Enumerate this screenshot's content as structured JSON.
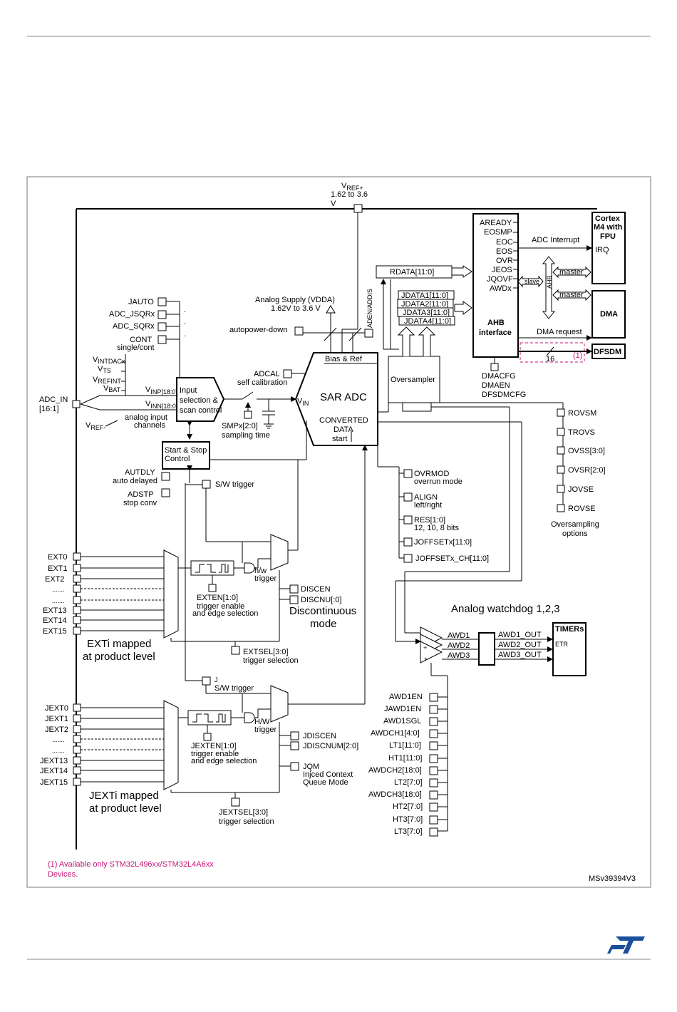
{
  "vref": {
    "line1": "V",
    "sub": "REF+",
    "line2": "1.62 to 3.6",
    "line3": "V"
  },
  "analog_supply": {
    "line1": "Analog Supply (VDDA)",
    "line2": "1.62V to 3.6 V"
  },
  "aden_addis": "ADEN/ADDIS",
  "autopower": "autopower-down",
  "bias_ref": "Bias & Ref",
  "adcal": {
    "line1": "ADCAL",
    "line2": "self calibration"
  },
  "sar_adc": {
    "title": "SAR ADC",
    "vin": "V",
    "vin_sub": "IN",
    "l1": "CONVERTED",
    "l2": "DATA",
    "l3": "start"
  },
  "smp": {
    "line1": "SMPx[2:0]",
    "line2": "sampling time"
  },
  "input_sel": {
    "l1": "Input",
    "l2": "selection &",
    "l3": "scan control"
  },
  "vinp": {
    "v": "V",
    "sub": "INP[18:0]"
  },
  "vinn": {
    "v": "V",
    "sub": "INN[18:0]"
  },
  "analog_input": {
    "l1": "analog input",
    "l2": "channels"
  },
  "adc_in": {
    "l1": "ADC_IN",
    "l2": "[16:1]"
  },
  "vint": [
    {
      "v": "V",
      "sub": "INTDACx"
    },
    {
      "v": "V",
      "sub": "TS"
    },
    {
      "v": "V",
      "sub": "REFINT"
    },
    {
      "v": "V",
      "sub": "BAT"
    }
  ],
  "vref_minus": {
    "v": "V",
    "sub": "REF-"
  },
  "left_ctrl": {
    "jauto": "JAUTO",
    "adc_jsqr": "ADC_JSQRx",
    "adc_sqr": "ADC_SQRx",
    "cont": "CONT",
    "cont2": "single/cont"
  },
  "start_stop": {
    "l1": "Start & Stop",
    "l2": "Control"
  },
  "autdly": {
    "l1": "AUTDLY",
    "l2": "auto delayed"
  },
  "adstp": {
    "l1": "ADSTP",
    "l2": "stop conv"
  },
  "sw_trigger": "S/W trigger",
  "ext": [
    "EXT0",
    "EXT1",
    "EXT2",
    ".......",
    ".......",
    "EXT13",
    "EXT14",
    "EXT15"
  ],
  "exten": {
    "l1": "EXTEN[1:0]",
    "l2": "trigger enable",
    "l3": "and edge selection"
  },
  "hw_trigger": {
    "l1": "h/w",
    "l2": "trigger"
  },
  "discen": "DISCEN",
  "discnu": "DISCNU[:0]",
  "discont": {
    "l1": "Discontinuous",
    "l2": "mode"
  },
  "exti_mapped": {
    "l1": "EXTi mapped",
    "l2": "at product level"
  },
  "extsel": {
    "l1": "EXTSEL[3:0]",
    "l2": "trigger selection"
  },
  "j_sw": {
    "l1": "J",
    "l2": "S/W trigger"
  },
  "jext": [
    "JEXT0",
    "JEXT1",
    "JEXT2",
    ".......",
    ".......",
    "JEXT13",
    "JEXT14",
    "JEXT15"
  ],
  "jexten": {
    "l1": "JEXTEN[1:0]",
    "l2": "trigger enable",
    "l3": "and edge selection"
  },
  "hw_trigger2": {
    "l1": "H/W",
    "l2": "trigger"
  },
  "jdiscen": "JDISCEN",
  "jdiscnum": "JDISCNUM[2:0]",
  "jqm": {
    "l1": "JQM",
    "l2": "Injced Context",
    "l3": "Queue Mode"
  },
  "jexti_mapped": {
    "l1": "JEXTi mapped",
    "l2": "at product level"
  },
  "jextsel": {
    "l1": "JEXTSEL[3:0]",
    "l2": "trigger selection"
  },
  "rdata": "RDATA[11:0]",
  "jdata": [
    "JDATA1[11:0]",
    "JDATA2[11:0]",
    "JDATA3[11:0]",
    "JDATA4[11:0]"
  ],
  "oversampler": "Oversampler",
  "ahb_signals": [
    "AREADY",
    "EOSMP",
    "EOC",
    "EOS",
    "OVR",
    "JEOS",
    "JQOVF",
    "AWDx"
  ],
  "ahb_interface": {
    "l1": "AHB",
    "l2": "interface"
  },
  "adc_interrupt": "ADC Interrupt",
  "cortex": {
    "l1": "Cortex",
    "l2": "M4 with",
    "l3": "FPU",
    "irq": "IRQ"
  },
  "slave": "slave",
  "ahb": "AHB",
  "master": "master",
  "dma": "DMA",
  "dma_request": "DMA request",
  "dfsdm": "DFSDM",
  "bus16": "16",
  "note_ref": "(1)",
  "dma_cfg": [
    "DMACFG",
    "DMAEN",
    "DFSDMCFG"
  ],
  "ovs_options": [
    "ROVSM",
    "TROVS",
    "OVSS[3:0]",
    "OVSR[2:0]",
    "JOVSE",
    "ROVSE"
  ],
  "ovs_label": {
    "l1": "Oversampling",
    "l2": "options"
  },
  "conv_opts": [
    {
      "l1": "OVRMOD",
      "l2": "overrun mode"
    },
    {
      "l1": "ALIGN",
      "l2": "left/right"
    },
    {
      "l1": "RES[1:0]",
      "l2": "12, 10, 8 bits"
    },
    {
      "l1": "JOFFSETx[11:0]",
      "l2": ""
    },
    {
      "l1": "JOFFSETx_CH[11:0]",
      "l2": ""
    }
  ],
  "watchdog": "Analog watchdog 1,2,3",
  "awd": [
    "AWD1",
    "AWD2",
    "AWD3"
  ],
  "awd_out": [
    "AWD1_OUT",
    "AWD2_OUT",
    "AWD3_OUT"
  ],
  "timers": {
    "l1": "TIMERs",
    "etr": "ETR"
  },
  "awd_regs": [
    "AWD1EN",
    "JAWD1EN",
    "AWD1SGL",
    "AWDCH1[4:0]",
    "LT1[11:0]",
    "HT1[11:0]",
    "AWDCH2[18:0]",
    "LT2[7:0]",
    "AWDCH3[18:0]",
    "HT2[7:0]",
    "HT3[7:0]",
    "LT3[7:0]"
  ],
  "footnote": {
    "l1": "(1) Available only STM32L496xx/STM32L4A6xx",
    "l2": "Devices."
  },
  "ms_ref": "MSv39394V3",
  "colors": {
    "magenta": "#c7187a",
    "logo": "#1b4f9c"
  }
}
